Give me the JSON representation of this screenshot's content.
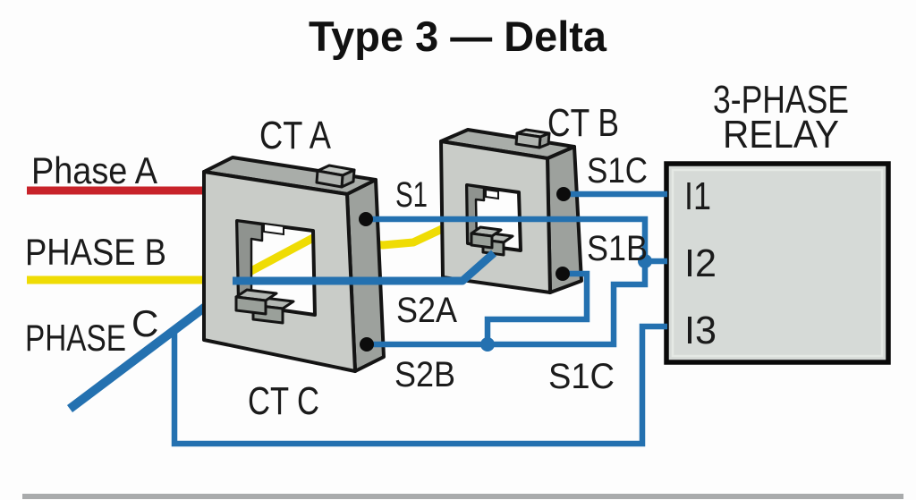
{
  "title": "Type 3 — Delta",
  "labels": {
    "phase_a": "Phase A",
    "phase_b": "PHASE B",
    "phase_c_word": "PHASE",
    "phase_c_letter": "C",
    "ct_a": "CT A",
    "ct_b": "CT B",
    "ct_c": "CT C",
    "s1": "S1",
    "s1c_top": "S1C",
    "s1b": "S1B",
    "s2a": "S2A",
    "s2b": "S2B",
    "s1c_bottom": "S1C"
  },
  "relay": {
    "line1": "3-PHASE",
    "line2": "RELAY",
    "inputs": [
      "I1",
      "I2",
      "I3"
    ]
  },
  "colors": {
    "phase_a_wire": "#c8232a",
    "phase_b_wire": "#efdc04",
    "phase_c_wire": "#2471b0",
    "secondary_wire": "#2471b0",
    "outline": "#141414",
    "ct_front": "#c9ccc8",
    "ct_top": "#a9ada9",
    "ct_side": "#9da19d",
    "relay_fill": "#d6dad7",
    "text": "#1b1b1b"
  }
}
